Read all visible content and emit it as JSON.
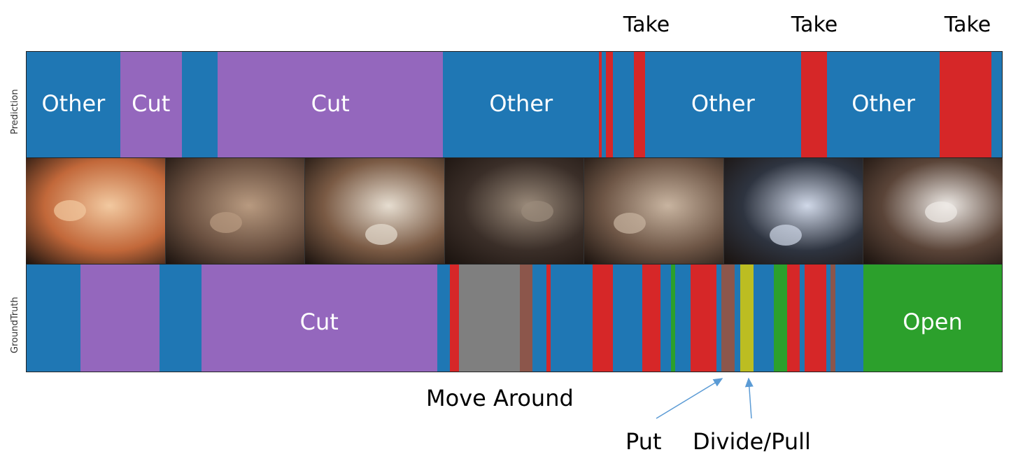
{
  "colors": {
    "Other": "#1f77b4",
    "Cut": "#9467bd",
    "Take": "#d62728",
    "Open": "#2ca02c",
    "Move Around": "#7f7f7f",
    "Put": "#8c564b",
    "Divide/Pull": "#bcbd22"
  },
  "prediction": {
    "row_label": "Prediction",
    "take_labels": [
      "Take",
      "Take",
      "Take"
    ],
    "segments": [
      {
        "start": 0.0,
        "end": 9.6,
        "cls": "Other",
        "label": "Other"
      },
      {
        "start": 9.6,
        "end": 15.9,
        "cls": "Cut",
        "label": "Cut"
      },
      {
        "start": 15.9,
        "end": 19.6,
        "cls": "Other",
        "label": ""
      },
      {
        "start": 19.6,
        "end": 42.7,
        "cls": "Cut",
        "label": "Cut"
      },
      {
        "start": 42.7,
        "end": 58.7,
        "cls": "Other",
        "label": "Other"
      },
      {
        "start": 58.7,
        "end": 59.0,
        "cls": "Take",
        "label": ""
      },
      {
        "start": 59.0,
        "end": 59.4,
        "cls": "Other",
        "label": ""
      },
      {
        "start": 59.4,
        "end": 60.1,
        "cls": "Take",
        "label": ""
      },
      {
        "start": 60.1,
        "end": 62.3,
        "cls": "Other",
        "label": ""
      },
      {
        "start": 62.3,
        "end": 63.4,
        "cls": "Take",
        "label": ""
      },
      {
        "start": 63.4,
        "end": 79.4,
        "cls": "Other",
        "label": "Other"
      },
      {
        "start": 79.4,
        "end": 82.1,
        "cls": "Take",
        "label": ""
      },
      {
        "start": 82.1,
        "end": 93.6,
        "cls": "Other",
        "label": "Other"
      },
      {
        "start": 93.6,
        "end": 98.9,
        "cls": "Take",
        "label": ""
      },
      {
        "start": 98.9,
        "end": 100.0,
        "cls": "Other",
        "label": ""
      }
    ]
  },
  "ground_truth": {
    "row_label": "GroundTruth",
    "segments": [
      {
        "start": 0.0,
        "end": 5.5,
        "cls": "Other",
        "label": ""
      },
      {
        "start": 5.5,
        "end": 13.6,
        "cls": "Cut",
        "label": ""
      },
      {
        "start": 13.6,
        "end": 17.9,
        "cls": "Other",
        "label": ""
      },
      {
        "start": 17.9,
        "end": 42.1,
        "cls": "Cut",
        "label": "Cut"
      },
      {
        "start": 42.1,
        "end": 43.4,
        "cls": "Other",
        "label": ""
      },
      {
        "start": 43.4,
        "end": 44.3,
        "cls": "Take",
        "label": ""
      },
      {
        "start": 44.3,
        "end": 50.6,
        "cls": "Move Around",
        "label": ""
      },
      {
        "start": 50.6,
        "end": 51.9,
        "cls": "Put",
        "label": ""
      },
      {
        "start": 51.9,
        "end": 53.3,
        "cls": "Other",
        "label": ""
      },
      {
        "start": 53.3,
        "end": 53.7,
        "cls": "Take",
        "label": ""
      },
      {
        "start": 53.7,
        "end": 58.0,
        "cls": "Other",
        "label": ""
      },
      {
        "start": 58.0,
        "end": 60.1,
        "cls": "Take",
        "label": ""
      },
      {
        "start": 60.1,
        "end": 63.1,
        "cls": "Other",
        "label": ""
      },
      {
        "start": 63.1,
        "end": 65.0,
        "cls": "Take",
        "label": ""
      },
      {
        "start": 65.0,
        "end": 66.1,
        "cls": "Other",
        "label": ""
      },
      {
        "start": 66.1,
        "end": 66.5,
        "cls": "Open",
        "label": ""
      },
      {
        "start": 66.5,
        "end": 68.1,
        "cls": "Other",
        "label": ""
      },
      {
        "start": 68.1,
        "end": 70.7,
        "cls": "Take",
        "label": ""
      },
      {
        "start": 70.7,
        "end": 71.2,
        "cls": "Other",
        "label": ""
      },
      {
        "start": 71.2,
        "end": 72.6,
        "cls": "Put",
        "label": ""
      },
      {
        "start": 72.6,
        "end": 73.2,
        "cls": "Other",
        "label": ""
      },
      {
        "start": 73.2,
        "end": 74.5,
        "cls": "Divide/Pull",
        "label": ""
      },
      {
        "start": 74.5,
        "end": 76.6,
        "cls": "Other",
        "label": ""
      },
      {
        "start": 76.6,
        "end": 78.0,
        "cls": "Open",
        "label": ""
      },
      {
        "start": 78.0,
        "end": 79.3,
        "cls": "Take",
        "label": ""
      },
      {
        "start": 79.3,
        "end": 79.8,
        "cls": "Other",
        "label": ""
      },
      {
        "start": 79.8,
        "end": 82.0,
        "cls": "Take",
        "label": ""
      },
      {
        "start": 82.0,
        "end": 82.4,
        "cls": "Other",
        "label": ""
      },
      {
        "start": 82.4,
        "end": 82.9,
        "cls": "Put",
        "label": ""
      },
      {
        "start": 82.9,
        "end": 85.8,
        "cls": "Other",
        "label": ""
      },
      {
        "start": 85.8,
        "end": 100.0,
        "cls": "Open",
        "label": "Open"
      }
    ]
  },
  "frames": [
    {
      "name": "frame-knife-wall",
      "bg": "#c2683a",
      "accent": "#f2c9a0"
    },
    {
      "name": "frame-counter-bottles",
      "bg": "#6a5040",
      "accent": "#b89a80"
    },
    {
      "name": "frame-cutting-plate",
      "bg": "#7a5a44",
      "accent": "#e6ddd0"
    },
    {
      "name": "frame-stove-pans",
      "bg": "#3a2e28",
      "accent": "#9a8a7a"
    },
    {
      "name": "frame-counter-corner",
      "bg": "#6e5646",
      "accent": "#c8b4a0"
    },
    {
      "name": "frame-fridge-open",
      "bg": "#2e3440",
      "accent": "#d0d8e8"
    },
    {
      "name": "frame-hands-paper",
      "bg": "#5a4438",
      "accent": "#eeeae6"
    }
  ],
  "annotations": {
    "move_around": "Move Around",
    "put": "Put",
    "divide_pull": "Divide/Pull"
  }
}
